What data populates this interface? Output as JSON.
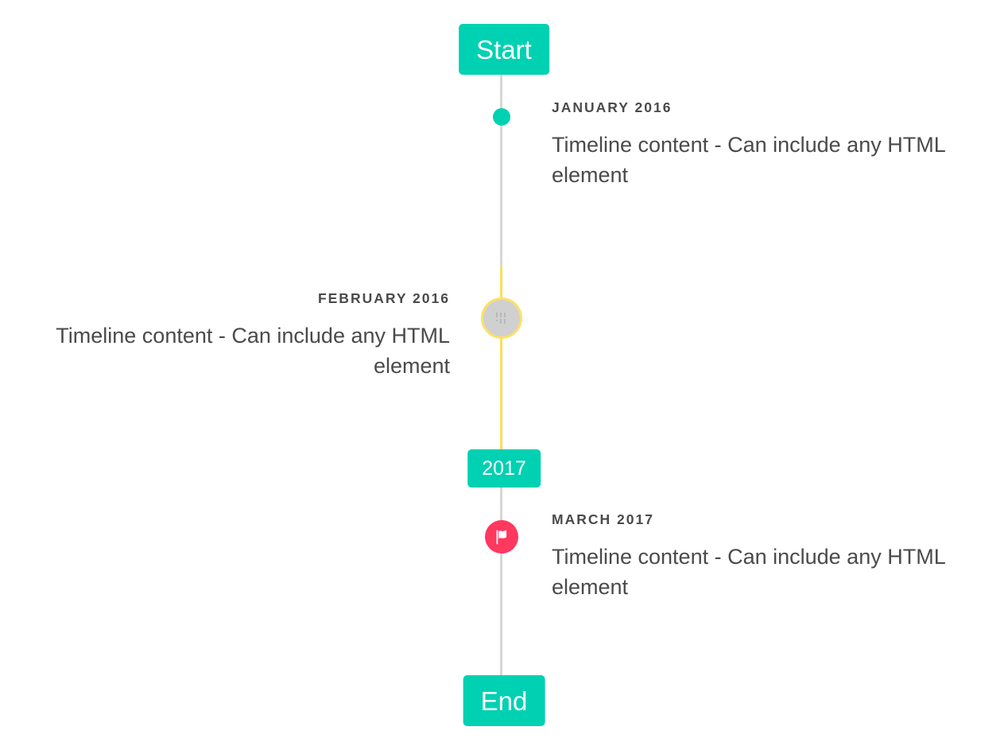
{
  "timeline": {
    "colors": {
      "primary_teal": "#00D1B2",
      "rail_grey": "#D6D6D6",
      "rail_yellow": "#FFDD57",
      "marker_pink": "#FF3860",
      "marker_grey": "#D0D0D0",
      "marker_yellow_border": "#FFE066",
      "text": "#4A4A4A"
    },
    "headers": {
      "start_label": "Start",
      "midpoint_label": "2017",
      "end_label": "End"
    },
    "items": [
      {
        "heading": "JANUARY 2016",
        "body": "Timeline content - Can include any HTML element",
        "side": "right",
        "marker": "dot-marker"
      },
      {
        "heading": "FEBRUARY 2016",
        "body": "Timeline content - Can include any HTML element",
        "side": "left",
        "marker": "broken-image-marker"
      },
      {
        "heading": "MARCH 2017",
        "body": "Timeline content - Can include any HTML element",
        "side": "right",
        "marker": "flag-marker"
      }
    ]
  }
}
